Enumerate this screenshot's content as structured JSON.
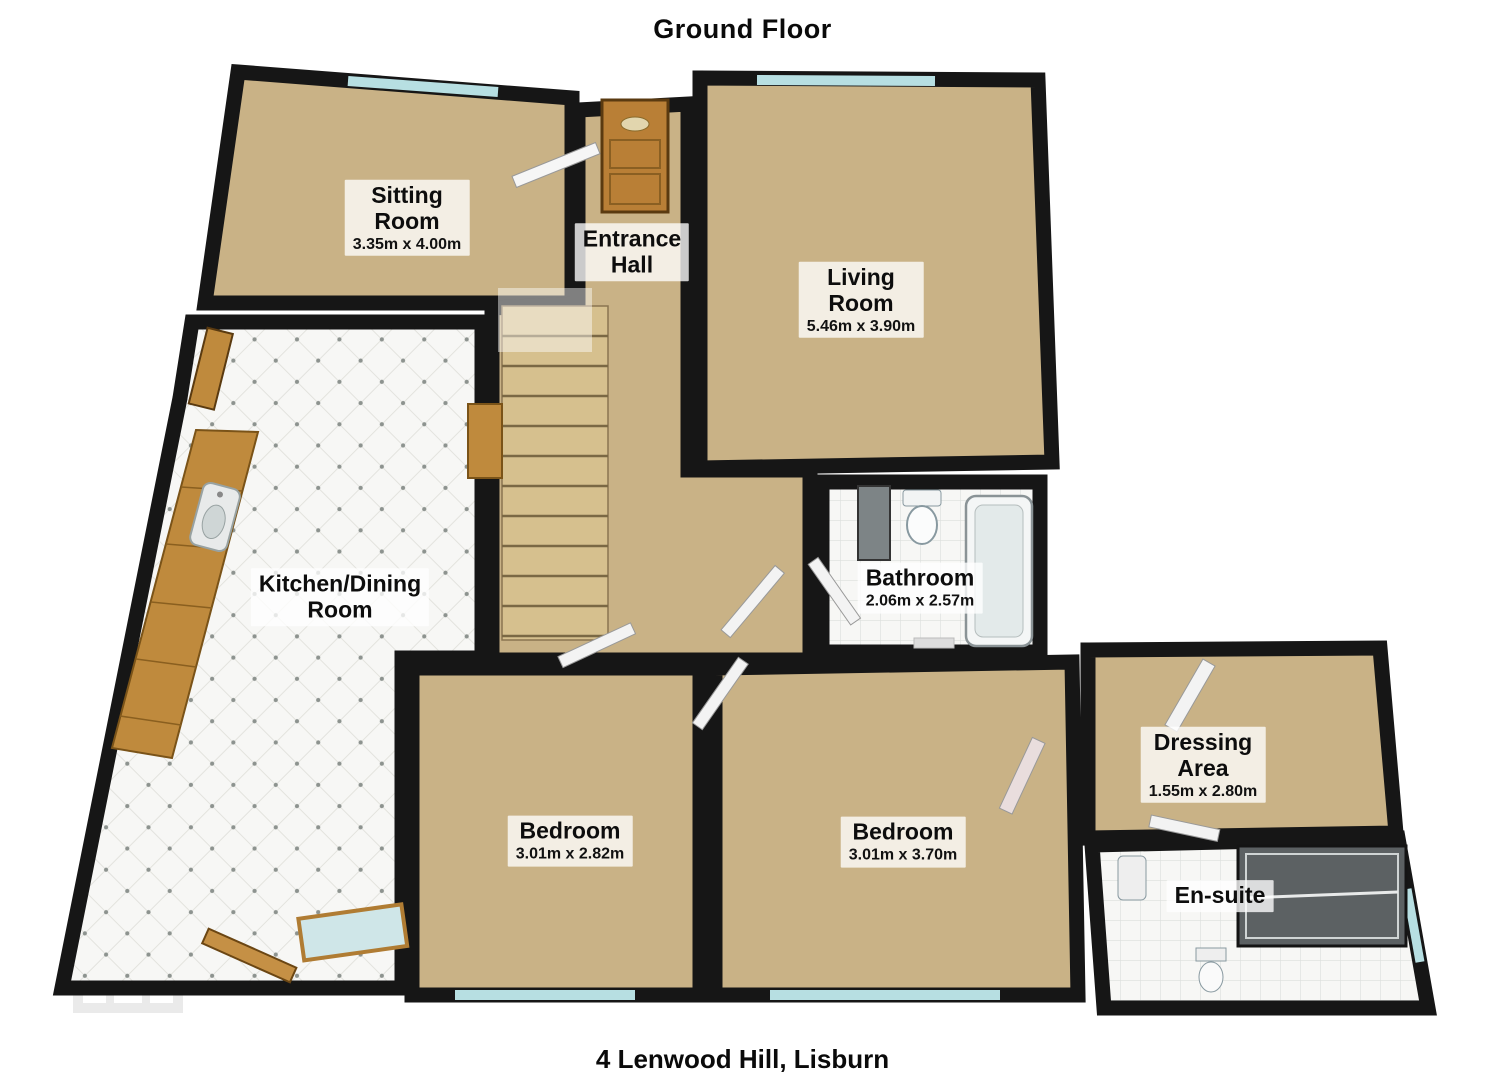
{
  "title": "Ground Floor",
  "caption": "4 Lenwood Hill, Lisburn",
  "colors": {
    "floor": "#c9b286",
    "wall": "#161616",
    "glass": "#b7dfe2",
    "wood": "#bf8a3d",
    "tile": "#f7f7f5",
    "label_bg": "rgba(255,255,255,0.78)"
  },
  "rooms": [
    {
      "name": "Sitting\nRoom",
      "dims": "3.35m x 4.00m"
    },
    {
      "name": "Entrance\nHall",
      "dims": ""
    },
    {
      "name": "Living\nRoom",
      "dims": "5.46m x 3.90m"
    },
    {
      "name": "Kitchen/Dining\nRoom",
      "dims": ""
    },
    {
      "name": "Bathroom",
      "dims": "2.06m x 2.57m"
    },
    {
      "name": "Bedroom",
      "dims": "3.01m x 2.82m"
    },
    {
      "name": "Bedroom",
      "dims": "3.01m x 3.70m"
    },
    {
      "name": "Dressing\nArea",
      "dims": "1.55m x 2.80m"
    },
    {
      "name": "En-suite",
      "dims": ""
    }
  ]
}
